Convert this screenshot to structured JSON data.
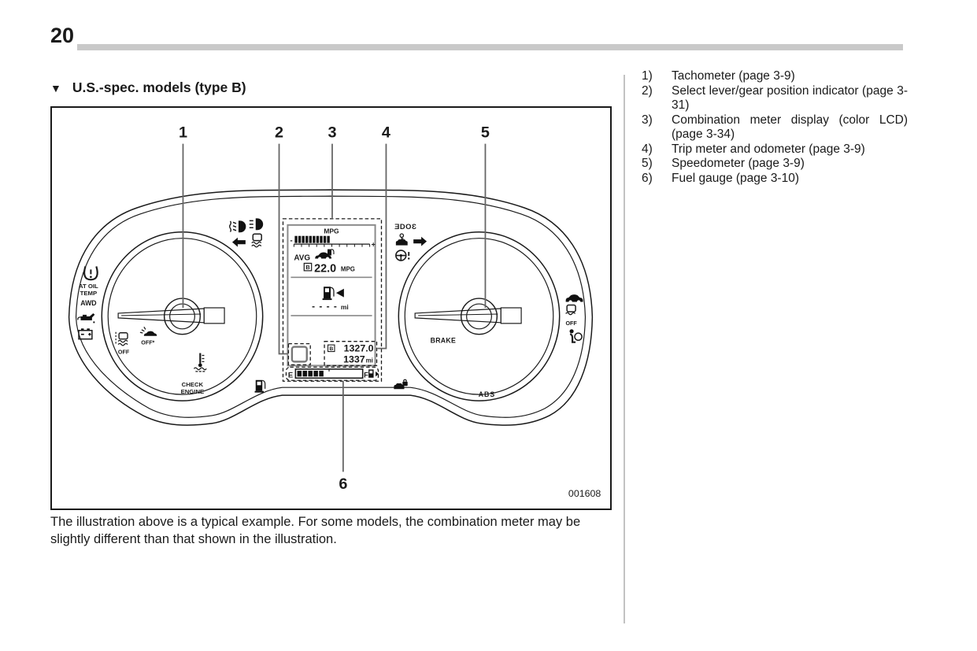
{
  "page": {
    "number": "20",
    "heading_marker": "▼",
    "section_heading": "U.S.-spec. models (type B)",
    "caption": "The illustration above is a typical example. For some models, the combination meter may be slightly different than that shown in the illustration.",
    "figure_code": "001608"
  },
  "legend": {
    "items": [
      {
        "num": "1)",
        "label": "Tachometer (page 3-9)"
      },
      {
        "num": "2)",
        "label": "Select lever/gear position indicator (page 3-31)"
      },
      {
        "num": "3)",
        "label": "Combination meter display (color LCD) (page 3-34)"
      },
      {
        "num": "4)",
        "label": "Trip meter and odometer (page 3-9)"
      },
      {
        "num": "5)",
        "label": "Speedometer (page 3-9)"
      },
      {
        "num": "6)",
        "label": "Fuel gauge (page 3-10)"
      }
    ]
  },
  "cluster": {
    "callouts": [
      "1",
      "2",
      "3",
      "4",
      "5",
      "6"
    ],
    "lcd": {
      "mpg_label": "MPG",
      "bar_minus": "-",
      "bar_plus": "+",
      "avg_label": "AVG",
      "b_badge": "B",
      "avg_value": "22.0",
      "avg_unit": "MPG",
      "range_dashes": "- - - -",
      "range_unit": "mi",
      "trip_value": "1327.0",
      "odo_value": "1337",
      "odo_unit": "mi",
      "fuel_empty": "E",
      "fuel_full": "F"
    },
    "labels": {
      "at_oil_temp_line1": "AT OIL",
      "at_oil_temp_line2": "TEMP",
      "awd": "AWD",
      "vdc_off_left": "OFF",
      "precollision_off": "OFF*",
      "check_engine_line1": "CHECK",
      "check_engine_line2": "ENGINE",
      "brake": "BRAKE",
      "abs": "ABS",
      "vdc_off_right": "OFF",
      "eco_marking": "ƎDOƐ"
    },
    "icons": [
      "tpms-warning",
      "oil-pressure",
      "battery-charge",
      "vdc-off",
      "precollision-off",
      "coolant-temp",
      "fuel-pump",
      "fog-lamp",
      "high-beam",
      "turn-left-signal",
      "vdc-operation",
      "security-indicator",
      "turn-right-signal",
      "power-steering-warning",
      "car-ahead",
      "vdc-off-right",
      "airbag-warning",
      "car-lock",
      "avg-consumption-car",
      "lcd-fuel-pump",
      "fuel-bar-pump"
    ]
  },
  "colors": {
    "ink": "#1a1a1a",
    "header_bar": "#c9c9c9",
    "divider": "#c2c2c2",
    "lcd_gray": "#8a8a8a",
    "callout_line": "#666666"
  }
}
